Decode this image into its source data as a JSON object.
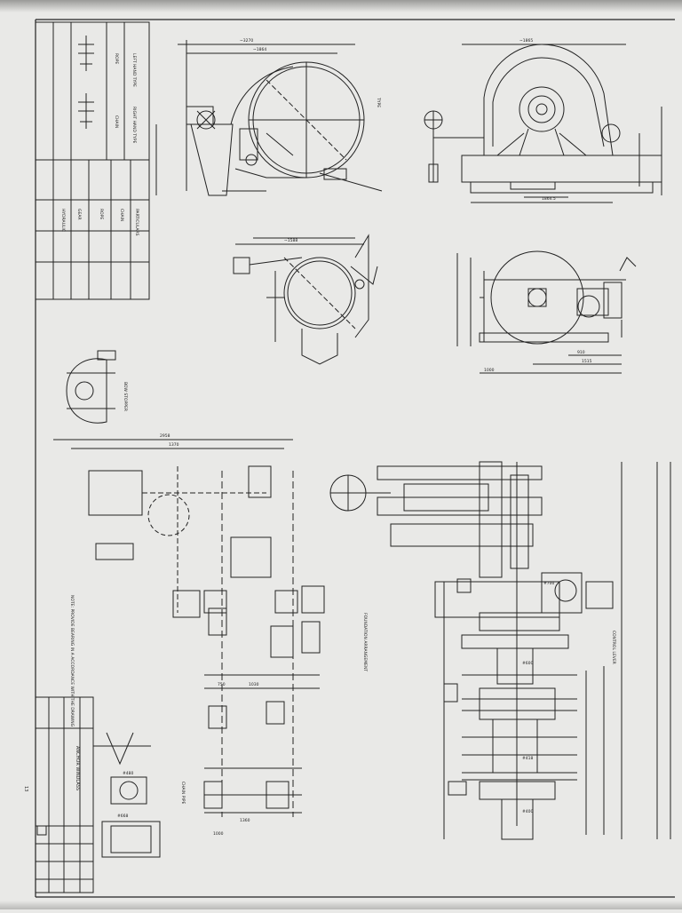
{
  "drawing": {
    "title": "ANCHOR WINDLASS",
    "sheet_number": "13"
  },
  "views": {
    "top_left_label": "TYPE",
    "brake_label": "RIGHT HAND TYPE",
    "left_type_label": "LEFT HAND TYPE",
    "chain_label": "CHAIN",
    "rope_label": "ROPE",
    "foundation_label": "FOUNDATION ARRANGEMENT",
    "bow_stopper_label": "BOW STOPPER",
    "chain_pipe_label": "CHAIN PIPE",
    "control_lever_label": "CONTROL LEVER"
  },
  "dimensions": {
    "d1": "~3270",
    "d2": "~1864",
    "d3": "~1865",
    "d4": "~1588",
    "d5": "2958",
    "d6": "1370",
    "d7": "1515",
    "d8": "1864.5",
    "d9": "910",
    "d10": "1000",
    "d11": "1030",
    "d12": "750",
    "d13": "1360",
    "d14": "#600",
    "d15": "#400",
    "d16": "#418",
    "d17": "#700",
    "d18": "#668",
    "d19": "#480",
    "d20": "1000"
  },
  "table": {
    "rows": [
      [
        "PARTICULARS",
        "",
        ""
      ],
      [
        "CHAIN",
        "",
        ""
      ],
      [
        "ROPE",
        "",
        ""
      ],
      [
        "GEAR",
        "",
        ""
      ],
      [
        "HYDRAULIC",
        "",
        ""
      ]
    ]
  },
  "notes": {
    "text": "NOTE: PROVIDE BEARING IN A ACCORDANCE WITH THE DRAWING"
  }
}
